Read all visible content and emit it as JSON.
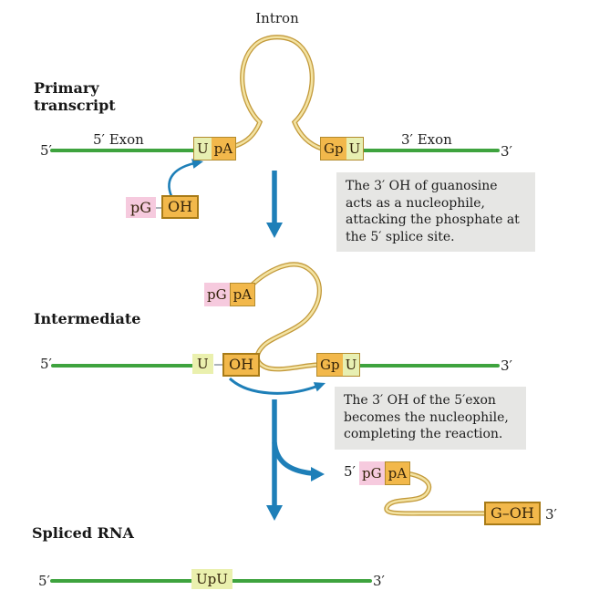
{
  "title": "Group I intron self-splicing diagram",
  "colors": {
    "exon_line_green": "#3ea33e",
    "intron_strand_outline": "#c39a3b",
    "intron_strand_fill": "#f3e3a3",
    "orange_box": "#f2b84b",
    "pink_box": "#f6cade",
    "light_green_box": "#e7efb2",
    "arrow_blue": "#1e7fb8",
    "note_bg": "#e6e6e4"
  },
  "primary": {
    "heading": "Primary transcript",
    "intron": "Intron",
    "exon5": "5′ Exon",
    "exon3": "3′ Exon",
    "end5": "5′",
    "end3": "3′",
    "upa_left": "U",
    "upa_right": "pA",
    "gpu_left": "Gp",
    "gpu_right": "U",
    "pg": "pG",
    "oh": "OH",
    "note_lines": [
      "The 3′ OH of guanosine",
      "acts as a nucleophile,",
      "attacking the phosphate at",
      "the 5′ splice site."
    ]
  },
  "intermediate": {
    "heading": "Intermediate",
    "pgpa_left": "pG",
    "pgpa_right": "pA",
    "end5": "5′",
    "end3": "3′",
    "u": "U",
    "oh": "OH",
    "gpu_left": "Gp",
    "gpu_right": "U",
    "note_lines": [
      "The 3′ OH of the 5′exon",
      "becomes the nucleophile,",
      "completing the reaction."
    ]
  },
  "released": {
    "end5": "5′",
    "pgpa_left": "pG",
    "pgpa_right": "pA",
    "g_oh": "G–OH",
    "end3": "3′"
  },
  "spliced": {
    "heading": "Spliced RNA",
    "end5": "5′",
    "upu": "UpU",
    "end3": "3′"
  }
}
